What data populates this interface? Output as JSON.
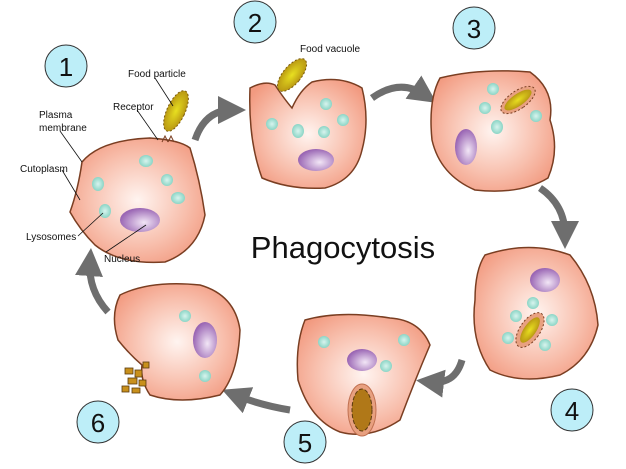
{
  "title": "Phagocytosis",
  "steps": [
    "1",
    "2",
    "3",
    "4",
    "5",
    "6"
  ],
  "labels": {
    "food_particle": "Food particle",
    "receptor": "Receptor",
    "plasma_membrane_1": "Plasma",
    "plasma_membrane_2": "membrane",
    "cytoplasm": "Cutoplasm",
    "lysosomes": "Lysosomes",
    "nucleus": "Nucleus",
    "food_vacuole": "Food vacuole"
  },
  "colors": {
    "cell_edge": "#f29a80",
    "cell_center": "#fff4f0",
    "membrane": "#7a3e22",
    "lysosome": "#8fd6c8",
    "nucleus": "#a070b8",
    "food": "#c8a010",
    "number_circle": "#bdeef8",
    "arrow": "#6e6e6e"
  }
}
